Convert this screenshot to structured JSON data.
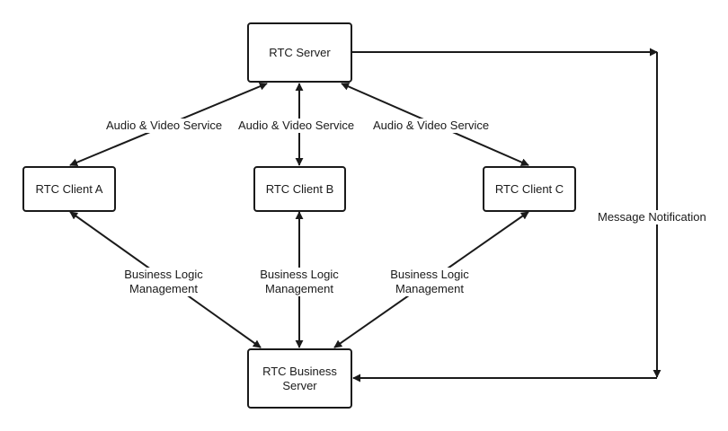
{
  "nodes": {
    "rtc_server": "RTC Server",
    "client_a": "RTC Client A",
    "client_b": "RTC Client B",
    "client_c": "RTC Client C",
    "business_server_line1": "RTC Business",
    "business_server_line2": "Server"
  },
  "edge_labels": {
    "av_a": "Audio & Video Service",
    "av_b": "Audio & Video Service",
    "av_c": "Audio & Video Service",
    "blm_a_line1": "Business Logic",
    "blm_a_line2": "Management",
    "blm_b_line1": "Business Logic",
    "blm_b_line2": "Management",
    "blm_c_line1": "Business Logic",
    "blm_c_line2": "Management",
    "message_notification": "Message Notification"
  }
}
